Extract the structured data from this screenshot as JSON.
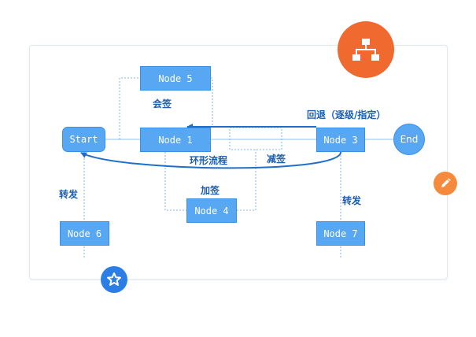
{
  "diagram": {
    "nodes": {
      "start": "Start",
      "node1": "Node 1",
      "node3": "Node 3",
      "node4": "Node 4",
      "node5": "Node 5",
      "node6": "Node 6",
      "node7": "Node 7",
      "end": "End"
    },
    "labels": {
      "countersign": "会签",
      "rollback": "回退（逐级/指定）",
      "loop_flow": "环形流程",
      "remove_sign": "减签",
      "add_sign": "加签",
      "forward_left": "转发",
      "forward_right": "转发"
    }
  },
  "icons": {
    "flowchart_badge": "flowchart-icon",
    "edit_badge": "pencil-icon",
    "favorite_badge": "star-icon"
  },
  "colors": {
    "node_fill": "#58a7f2",
    "node_border": "#3b8ee6",
    "arrow": "#1f6fc9",
    "dashed": "#7fb4ea",
    "label": "#1c5fb0",
    "badge_orange": "#f0692f",
    "badge_pencil": "#f58a3c",
    "badge_blue": "#2a7ee6"
  }
}
